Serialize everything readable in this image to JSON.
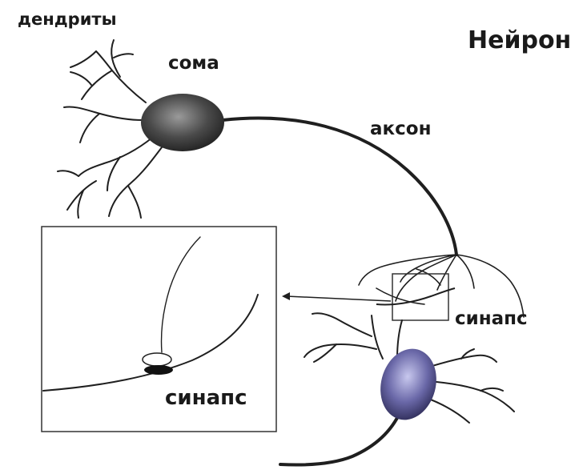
{
  "diagram": {
    "title": "Нейрон",
    "labels": {
      "dendrites": "дендриты",
      "soma": "сома",
      "axon": "аксон",
      "synapse_main": "синапс",
      "synapse_inset": "синапс"
    },
    "colors": {
      "line": "#1f1f1f",
      "soma_upper": "#4a4a4a",
      "soma_lower": "#6a68a8",
      "synapse_bulb": "#111111"
    }
  }
}
